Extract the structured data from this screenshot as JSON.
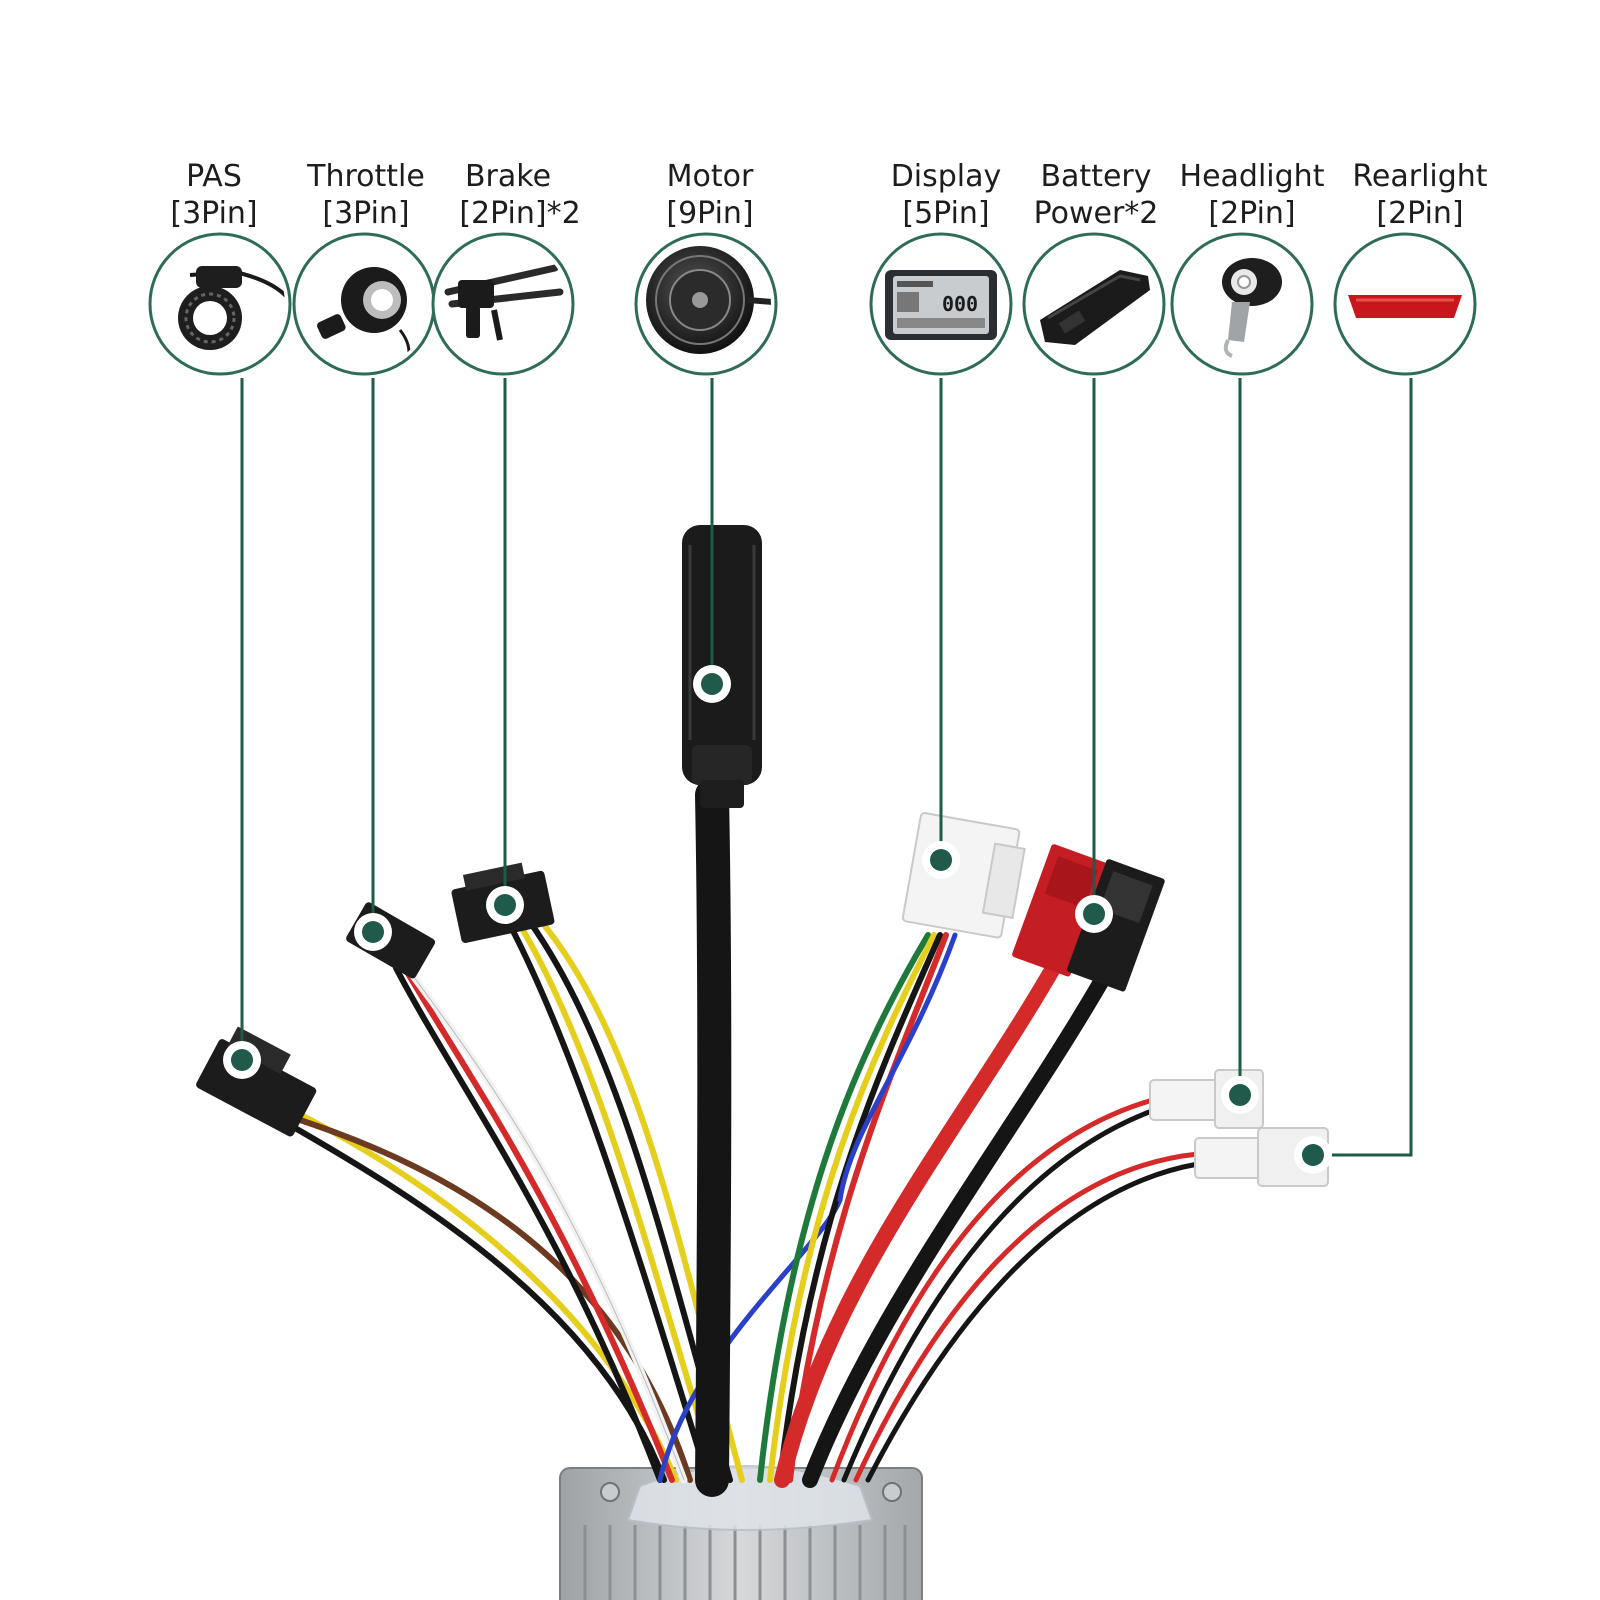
{
  "diagram": {
    "connectors": [
      {
        "id": "pas",
        "line1": "PAS",
        "line2": "[3Pin]",
        "icon": "pas-sensor-icon"
      },
      {
        "id": "throttle",
        "line1": "Throttle",
        "line2": "[3Pin]",
        "icon": "thumb-throttle-icon"
      },
      {
        "id": "brake",
        "line1": "Brake",
        "line2": "[2Pin]*2",
        "icon": "brake-lever-icon"
      },
      {
        "id": "motor",
        "line1": "Motor",
        "line2": "[9Pin]",
        "icon": "hub-motor-icon"
      },
      {
        "id": "display",
        "line1": "Display",
        "line2": "[5Pin]",
        "icon": "lcd-display-icon"
      },
      {
        "id": "battery",
        "line1": "Battery",
        "line2": "Power*2",
        "icon": "battery-pack-icon"
      },
      {
        "id": "headlight",
        "line1": "Headlight",
        "line2": "[2Pin]",
        "icon": "headlight-icon"
      },
      {
        "id": "rearlight",
        "line1": "Rearlight",
        "line2": "[2Pin]",
        "icon": "rearlight-icon"
      }
    ],
    "display_readout": "000",
    "controller_icon": "controller-box-icon",
    "colors": {
      "accent": "#1f5a4a",
      "ring": "#2e6b59",
      "wire_red": "#d42a2a",
      "wire_black": "#151515",
      "wire_yellow": "#e6cf1c",
      "wire_green": "#1e7a3a",
      "wire_blue": "#2a40c8",
      "wire_brown": "#6b3a20",
      "wire_white": "#f2f2f2",
      "connector_black": "#1c1c1c",
      "connector_white": "#f4f4f4",
      "connector_red": "#c41e24"
    }
  }
}
